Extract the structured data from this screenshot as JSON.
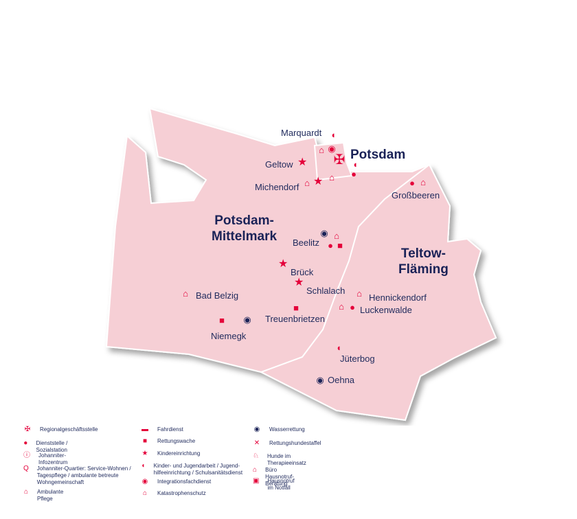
{
  "regions": {
    "potsdam": "Potsdam",
    "pm1": "Potsdam-",
    "pm2": "Mittelmark",
    "tf1": "Teltow-",
    "tf2": "Fläming"
  },
  "places": [
    "Marquardt",
    "Geltow",
    "Michendorf",
    "Großbeeren",
    "Beelitz",
    "Brück",
    "Schlalach",
    "Bad Belzig",
    "Treuenbrietzen",
    "Niemegk",
    "Hennickendorf",
    "Luckenwalde",
    "Jüterbog",
    "Oehna"
  ],
  "legend": [
    [
      "Regionalgeschäftsstelle",
      "Dienststelle / Sozialstation",
      "Johanniter-Infozentrum",
      "Johanniter-Quartier: Service-Wohnen / Tagespflege / ambulante betreute Wohngemeinschaft",
      "Ambulante Pflege"
    ],
    [
      "Fahrdienst",
      "Rettungswache",
      "Kindereinrichtung",
      "Kinder- und Jugendarbeit / Jugend-hilfeeinrichtung / Schulsanitätsdienst",
      "Integrationsfachdienst",
      "Katastrophenschutz"
    ],
    [
      "Wasserrettung",
      "Rettungshundestaffel",
      "Hunde im Therapieeinsatz",
      "Büro Hausnotruf-Beratung",
      "Hausnotruf im Notfall"
    ]
  ],
  "colors": {
    "accent": "#e4003a",
    "navy": "#1a2257",
    "fill": "#f6cfd5"
  }
}
